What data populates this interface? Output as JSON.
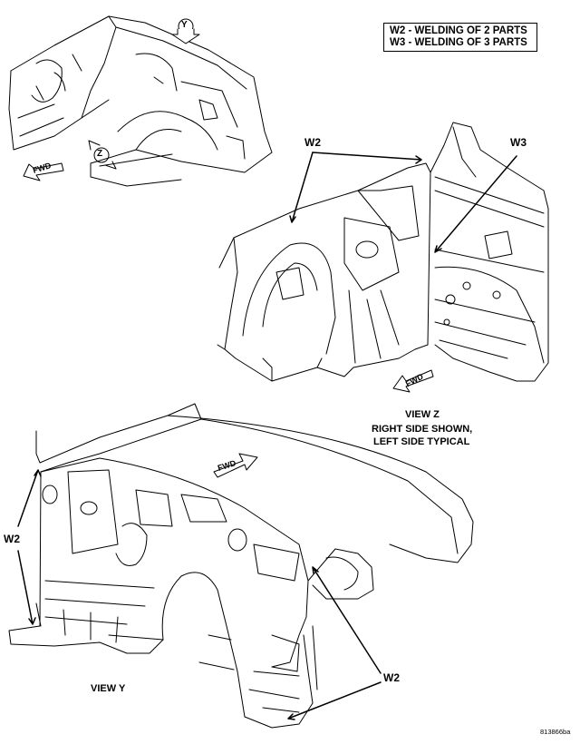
{
  "legend": {
    "line1": "W2 - WELDING OF 2 PARTS",
    "line2": "W3 - WELDING OF 3 PARTS"
  },
  "callouts": {
    "w2": "W2",
    "w3": "W3",
    "y": "Y",
    "z": "Z",
    "fwd": "FWD"
  },
  "views": {
    "z_title": "VIEW Z",
    "z_line1": "RIGHT SIDE SHOWN,",
    "z_line2": "LEFT SIDE TYPICAL",
    "y_title": "VIEW Y"
  },
  "figure_id": "813866ba"
}
